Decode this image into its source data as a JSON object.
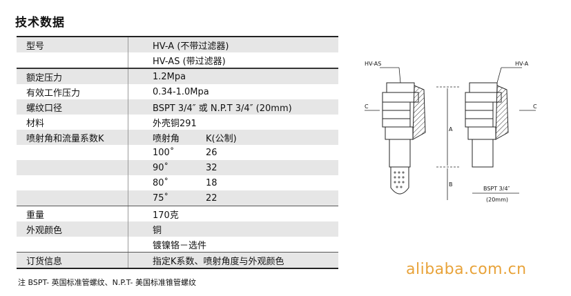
{
  "title": "技术数据",
  "rows": {
    "model_label": "型号",
    "model_a": "HV-A (不带过滤器)",
    "model_as": "HV-AS (带过滤器)",
    "pressure_label": "额定压力",
    "pressure_value": "1.2Mpa",
    "work_pressure_label": "有效工作压力",
    "work_pressure_value": "0.34-1.0Mpa",
    "thread_label": "螺纹口径",
    "thread_value": "BSPT 3/4″ 或 N.P.T 3/4″ (20mm)",
    "material_label": "材料",
    "material_value": "外壳铜291",
    "spray_label": "喷射角和流量系数K",
    "spray_header_angle": "喷射角",
    "spray_header_k": "K(公制)",
    "spray": [
      {
        "angle": "100˚",
        "k": "26"
      },
      {
        "angle": "90˚",
        "k": "32"
      },
      {
        "angle": "80˚",
        "k": "18"
      },
      {
        "angle": "75˚",
        "k": "22"
      }
    ],
    "weight_label": "重量",
    "weight_value": "170克",
    "color_label": "外观颜色",
    "color_value_1": "铜",
    "color_value_2": "镀镍铬－选件",
    "order_label": "订货信息",
    "order_value": "指定K系数、喷射角度与外观颜色"
  },
  "note": "注 BSPT- 英国标准管螺纹、N.P.T- 美国标准锥管螺纹",
  "diagram": {
    "label_hvas": "HV-AS",
    "label_hva": "HV-A",
    "label_c": "C",
    "label_a": "A",
    "label_b": "B",
    "label_bspt": "BSPT 3/4″",
    "label_20mm": "(20mm)"
  },
  "watermark": "alibaba.com.cn"
}
